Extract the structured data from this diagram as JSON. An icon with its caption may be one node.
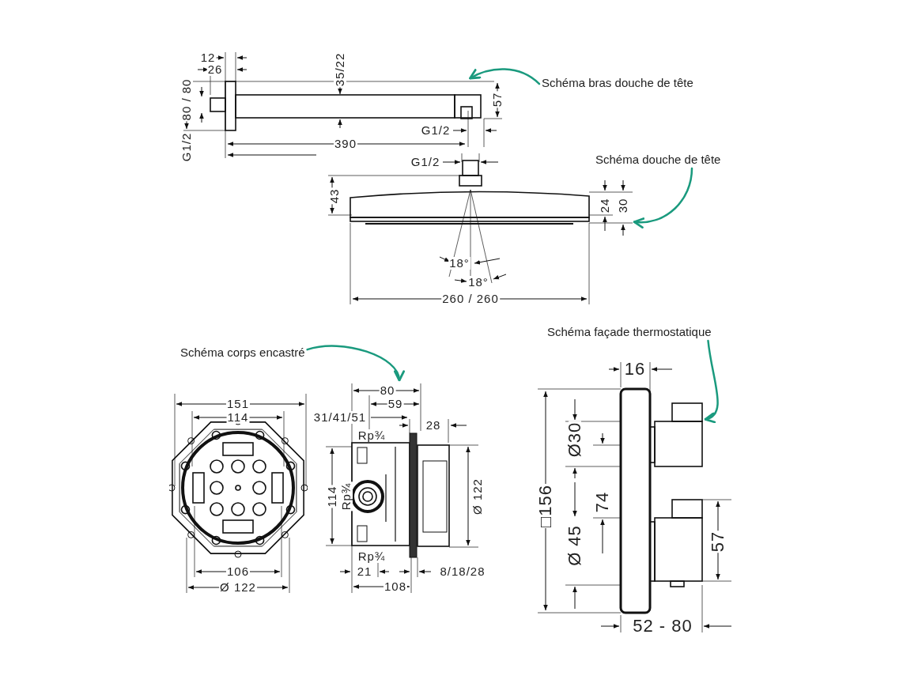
{
  "diagram": {
    "nodes": [
      {
        "text": [
          "Schéma bras douche de tête"
        ]
      },
      {
        "text": [],
        "shape": "picture"
      },
      {
        "text": [
          "Schéma douche de tête"
        ]
      },
      {
        "text": [],
        "shape": "picture"
      },
      {
        "text": [
          "Schéma corps encastré"
        ]
      },
      {
        "text": [],
        "shape": "picture"
      },
      {
        "text": [],
        "shape": "picture"
      },
      {
        "text": [
          "Schéma façade thermostatique"
        ]
      },
      {
        "text": [],
        "shape": "picture"
      }
    ],
    "edges": [
      {
        "from": 0,
        "to": 1,
        "arrow": "to"
      },
      {
        "from": 2,
        "to": 3,
        "arrow": "to"
      },
      {
        "from": 4,
        "to": 6,
        "arrow": "to"
      },
      {
        "from": 7,
        "to": 8,
        "arrow": "to"
      }
    ],
    "labels": [
      "12",
      "26",
      "35/22",
      "80 / 80",
      "G1/2",
      "57",
      "G1/2",
      "390",
      "G1/2",
      "43",
      "24",
      "30",
      "18°",
      "18°",
      "260 / 260",
      "151",
      "114",
      "106",
      "Ø 122",
      "80",
      "59",
      "31/41/51",
      "28",
      "Rp¾",
      "114",
      "Rp¾",
      "Ø 122",
      "Rp¾",
      "21",
      "108",
      "8/18/28",
      "16",
      "Ø30",
      "□156",
      "74",
      "Ø 45",
      "57",
      "52 - 80"
    ]
  }
}
